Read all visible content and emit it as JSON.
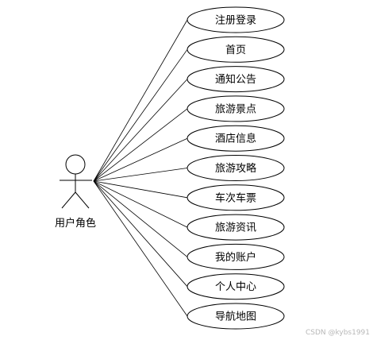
{
  "actor": {
    "name": "用户角色"
  },
  "use_cases": [
    "注册登录",
    "首页",
    "通知公告",
    "旅游景点",
    "酒店信息",
    "旅游攻略",
    "车次车票",
    "旅游资讯",
    "我的账户",
    "个人中心",
    "导航地图"
  ],
  "watermark": "CSDN @kybs1991"
}
